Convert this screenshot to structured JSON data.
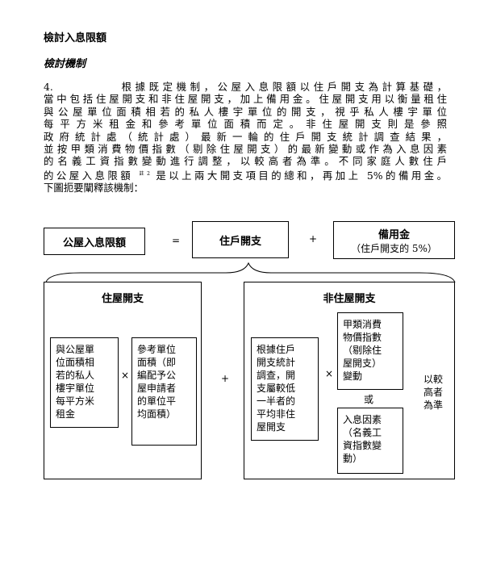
{
  "heading": "檢討入息限額",
  "subheading": "檢討機制",
  "paragraph": {
    "number": "4.",
    "line1": "根據既定機制，公屋入息限額以住戶開支為計算基礎，",
    "line2": "當中包括住屋開支和非住屋開支，加上備用金。住屋開支用以衡量租住",
    "line3": "與公屋單位面積相若的私人樓宇單位的開支，視乎私人樓宇單位",
    "line4": "每平方米租金和參考單位面積而定。非住屋開支則是參照",
    "line5": "政府統計處（統計處）最新一輪的住戶開支統計調查結果，",
    "line6": "並按甲類消費物價指數（剔除住屋開支）的最新變動或作為入息因素",
    "line7": "的名義工資指數變動進行調整，以較高者為準。不同家庭人數住戶",
    "line8a": "的公屋入息限額",
    "footnote": "註2",
    "line8b": "是以上兩大開支項目的總和，再加上 5%的備用金。",
    "line9": "下圖扼要闡釋該機制："
  },
  "diagram": {
    "limit_label": "公屋入息限額",
    "equals": "=",
    "household_expenditure": "住戶開支",
    "plus": "+",
    "contingency_title": "備用金",
    "contingency_sub": "（住戶開支的 5%）",
    "housing_title": "住屋開支",
    "housing_rent_1": "與公屋單",
    "housing_rent_2": "位面積相",
    "housing_rent_3": "若的私人",
    "housing_rent_4": "樓宇單位",
    "housing_rent_5": "每平方米",
    "housing_rent_6": "租金",
    "times": "×",
    "housing_area_1": "參考單位",
    "housing_area_2": "面積（即",
    "housing_area_3": "編配予公",
    "housing_area_4": "屋申請者",
    "housing_area_5": "的單位平",
    "housing_area_6": "均面積）",
    "non_housing_title": "非住屋開支",
    "nh_base_1": "根據住戶",
    "nh_base_2": "開支統計",
    "nh_base_3": "調查，開",
    "nh_base_4": "支屬較低",
    "nh_base_5": "一半者的",
    "nh_base_6": "平均非住",
    "nh_base_7": "屋開支",
    "cpi_1": "甲類消費",
    "cpi_2": "物價指數",
    "cpi_3": "（剔除住",
    "cpi_4": "屋開支）",
    "cpi_5": "變動",
    "or": "或",
    "wage_1": "入息因素",
    "wage_2": "（名義工",
    "wage_3": "資指數變",
    "wage_4": "動）",
    "higher_1": "以較",
    "higher_2": "高者",
    "higher_3": "為準"
  }
}
